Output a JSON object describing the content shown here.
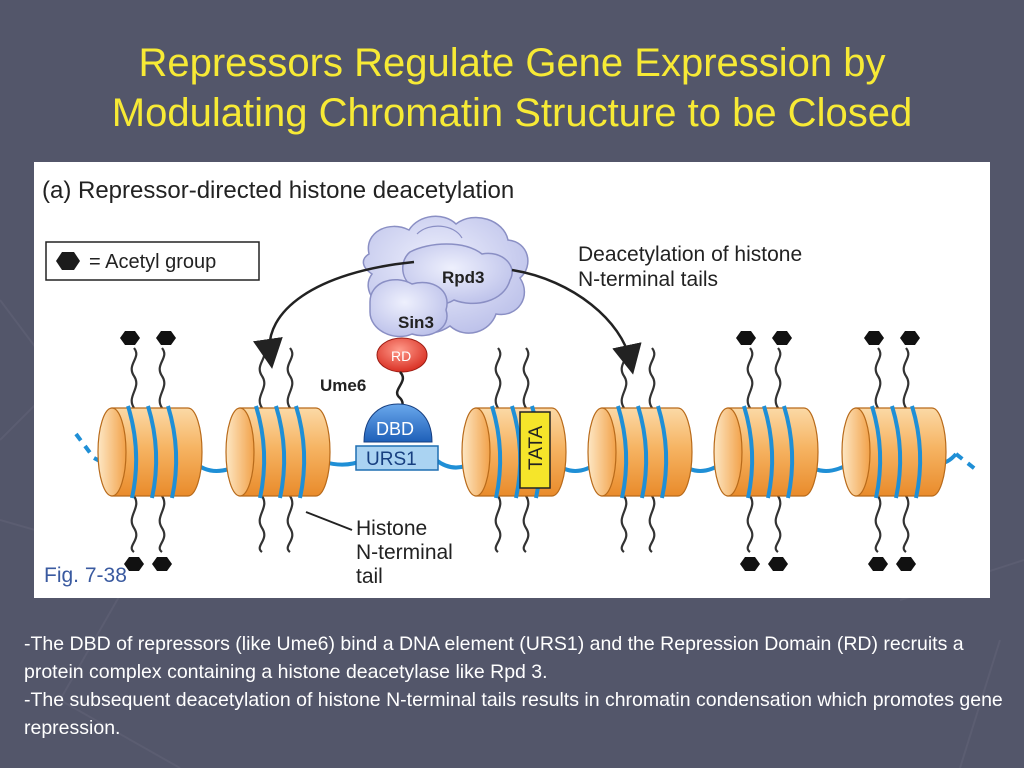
{
  "slide": {
    "title_line1": "Repressors Regulate Gene Expression by",
    "title_line2": "Modulating Chromatin Structure to be Closed",
    "colors": {
      "background": "#53566a",
      "title": "#f7ea35",
      "caption": "#ffffff"
    }
  },
  "figure": {
    "panel_title": "(a)  Repressor-directed histone deacetylation",
    "legend": "= Acetyl group",
    "labels": {
      "rpd3": "Rpd3",
      "sin3": "Sin3",
      "rd": "RD",
      "ume6": "Ume6",
      "dbd": "DBD",
      "urs1": "URS1",
      "tata": "TATA",
      "deacetylation_line1": "Deacetylation of histone",
      "deacetylation_line2": "N-terminal tails",
      "histone_line1": "Histone",
      "histone_line2": "N-terminal",
      "histone_line3": "tail"
    },
    "fig_label": "Fig. 7-38",
    "colors": {
      "nucleosome": "#f3a64a",
      "dna": "#1f8fd6",
      "complex": "#c9cdf0",
      "rd": "#e23a2a",
      "dbd": "#2d72c9",
      "urs1": "#aad3f2",
      "tata": "#f5e52a"
    }
  },
  "caption": {
    "line1": "-The DBD of repressors (like Ume6) bind a DNA element (URS1) and the Repression Domain (RD) recruits a protein complex containing a histone deacetylase like Rpd 3.",
    "line2": "-The subsequent deacetylation of histone N-terminal tails results in chromatin condensation which promotes gene repression."
  }
}
